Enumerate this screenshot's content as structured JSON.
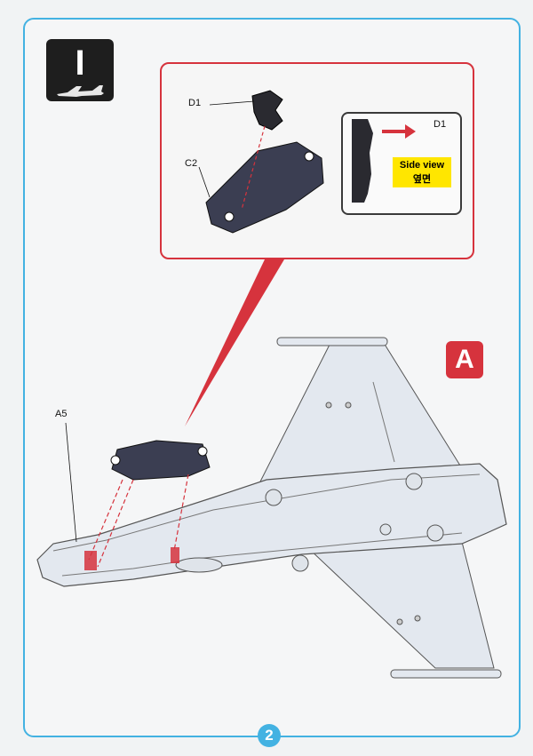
{
  "step": {
    "number": "I"
  },
  "detail": {
    "part_top": "D1",
    "part_bottom": "C2",
    "side_view_part": "D1",
    "side_view_en": "Side view",
    "side_view_ko": "옆면"
  },
  "main": {
    "subassembly": "A",
    "part_label": "A5"
  },
  "page": {
    "number": "2"
  },
  "icons": [
    "jet-silhouette-icon",
    "arrow-right-icon"
  ],
  "colors": {
    "frame": "#43b2e2",
    "accent": "#d6333d",
    "highlight": "#ffe600"
  }
}
